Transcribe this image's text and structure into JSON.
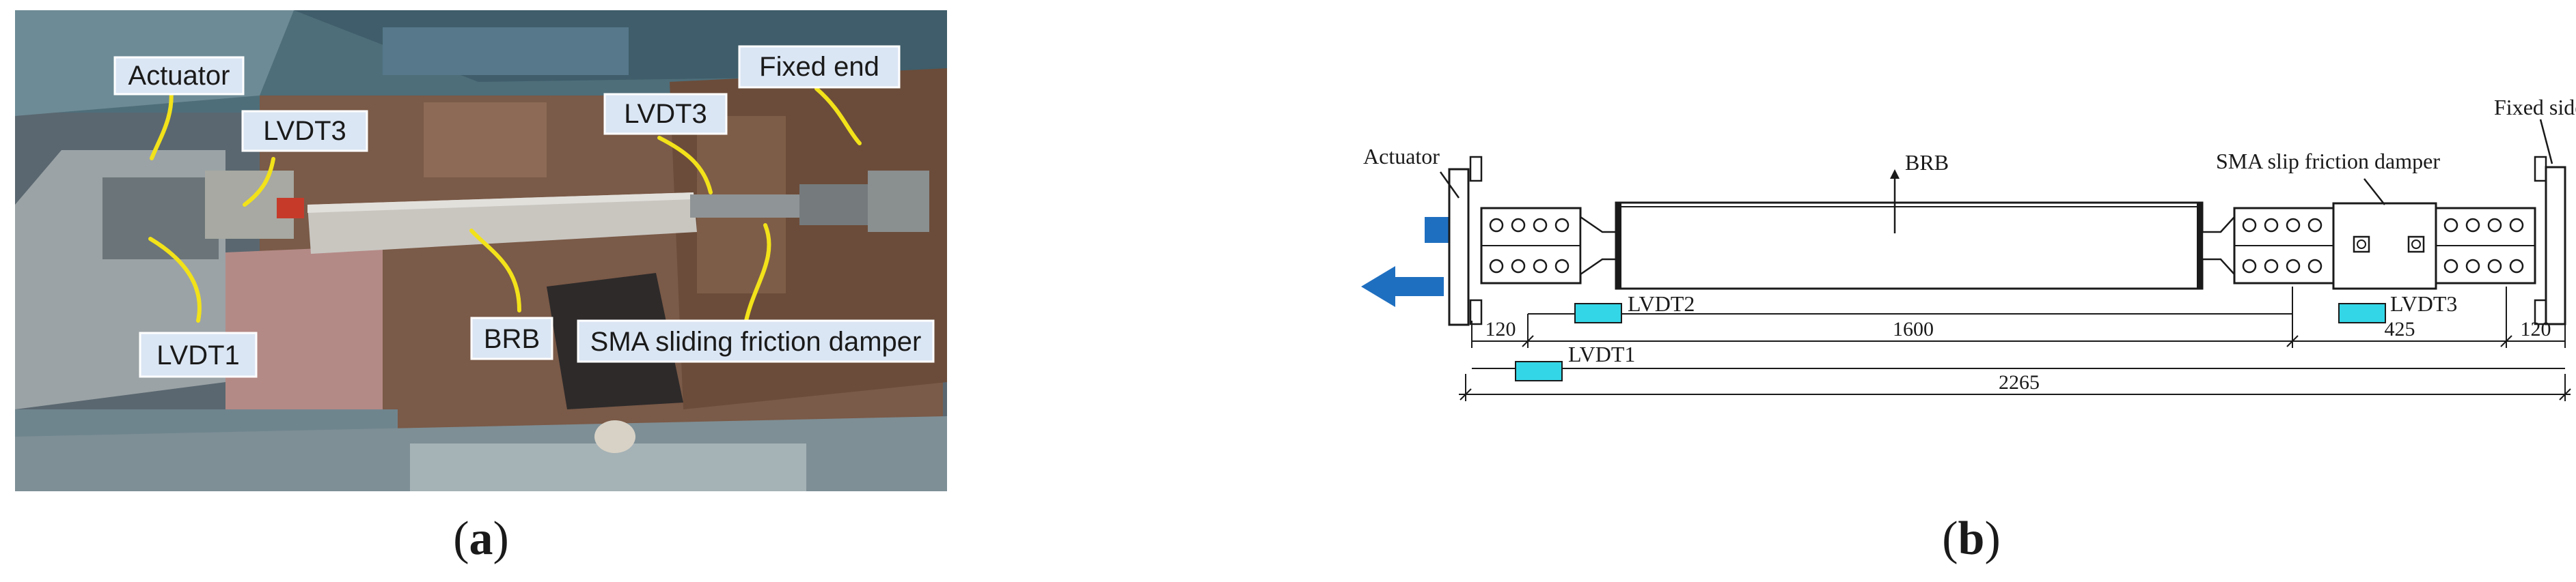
{
  "panel_a": {
    "label_open": "(",
    "label_letter": "a",
    "label_close": ")",
    "callouts": {
      "actuator": "Actuator",
      "lvdt3_left": "LVDT3",
      "lvdt3_right": "LVDT3",
      "fixed_end": "Fixed end",
      "lvdt1": "LVDT1",
      "brb": "BRB",
      "sma_damper": "SMA sliding friction damper"
    }
  },
  "panel_b": {
    "label_open": "(",
    "label_letter": "b",
    "label_close": ")",
    "labels": {
      "actuator": "Actuator",
      "fixed_side": "Fixed side",
      "brb": "BRB",
      "sma_damper": "SMA slip friction damper",
      "lvdt1": "LVDT1",
      "lvdt2": "LVDT2",
      "lvdt3": "LVDT3"
    },
    "dimensions": {
      "left_end": "120",
      "brb_length": "1600",
      "damper_length": "425",
      "right_end": "120",
      "total": "2265"
    },
    "colors": {
      "arrow": "#1f6fc0",
      "lvdt": "#33d6e6"
    }
  }
}
